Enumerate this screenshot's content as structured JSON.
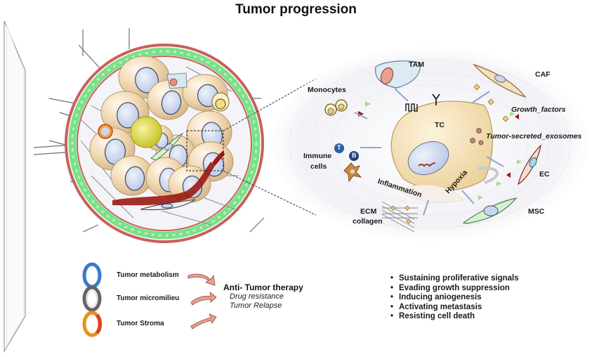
{
  "title": "Tumor progression",
  "tme_labels": {
    "tam": "TAM",
    "caf": "CAF",
    "monocytes": "Monocytes",
    "growth_factors": "Growth_factors",
    "tc": "TC",
    "exosomes": "Tumor-secreted_exosomes",
    "immune_cells_line1": "Immune",
    "immune_cells_line2": "cells",
    "t_cell": "T",
    "b_cell": "B",
    "ec": "EC",
    "inflammation": "Inflammation",
    "hypoxia": "Hypoxia",
    "ecm_line1": "ECM",
    "ecm_line2": "collagen",
    "msc": "MSC"
  },
  "legend": {
    "items": [
      {
        "label": "Tumor metabolism",
        "color": "#3a78d0"
      },
      {
        "label": "Tumor micromilieu",
        "color": "#666666"
      },
      {
        "label": "Tumor Stroma",
        "color": "#e8901c"
      }
    ]
  },
  "therapy": {
    "heading": "Anti- Tumor therapy",
    "sub": [
      "Drug resistance",
      "Tumor Relapse"
    ]
  },
  "hallmarks": [
    "Sustaining proliferative signals",
    "Evading growth suppression",
    "Inducing aniogenesis",
    "Activating metastasis",
    "Resisting cell death"
  ],
  "colors": {
    "ring_outer": "#c9605a",
    "ring_green": "#7be08a",
    "tumor_cell": "#f2dcb8",
    "nucleus": "#c9d6f0",
    "vessel": "#9b1a12",
    "arrow": "#e8a090"
  }
}
